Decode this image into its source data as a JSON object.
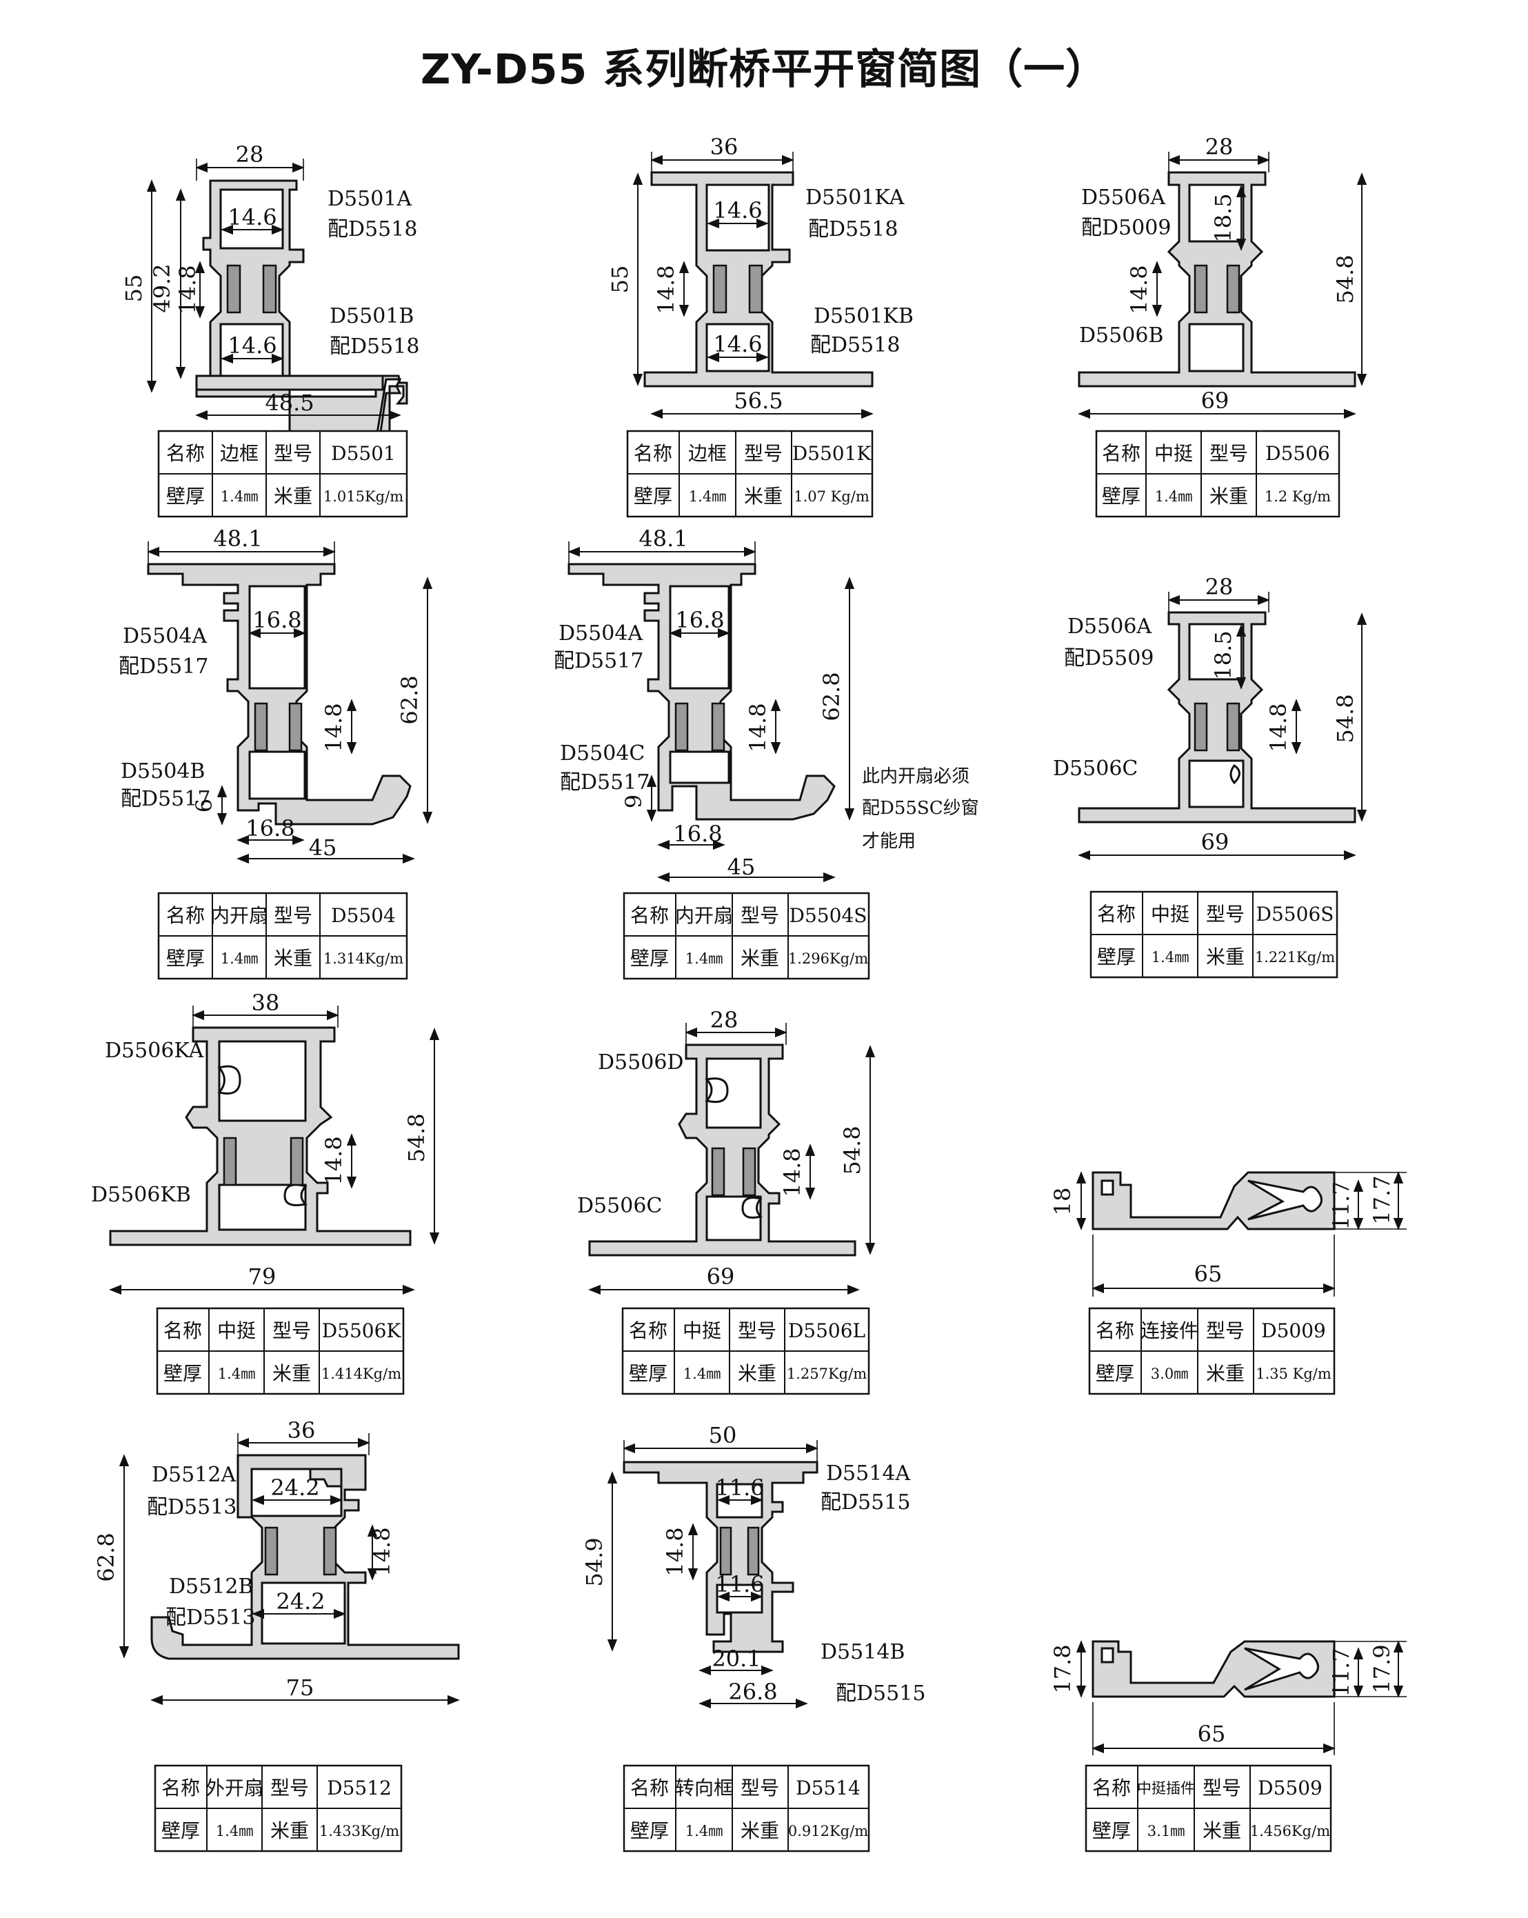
{
  "title": "ZY-D55 系列断桥平开窗简图（一）",
  "table_labels": {
    "name": "名称",
    "model": "型号",
    "wall": "壁厚",
    "weight": "米重"
  },
  "panels": [
    {
      "id": "p1",
      "parts": [
        "D5501A",
        "配D5518",
        "D5501B",
        "配D5518"
      ],
      "dims": [
        "28",
        "14.6",
        "55",
        "49.2",
        "14.8",
        "14.6",
        "48.5"
      ],
      "table": {
        "name": "边框",
        "model": "D5501",
        "wall": "1.4㎜",
        "weight": "1.015Kg/m"
      }
    },
    {
      "id": "p2",
      "parts": [
        "D5501KA",
        "配D5518",
        "D5501KB",
        "配D5518"
      ],
      "dims": [
        "36",
        "14.6",
        "55",
        "14.8",
        "14.6",
        "56.5"
      ],
      "table": {
        "name": "边框",
        "model": "D5501K",
        "wall": "1.4㎜",
        "weight": "1.07  Kg/m"
      }
    },
    {
      "id": "p3",
      "parts": [
        "D5506A",
        "配D5009",
        "D5506B"
      ],
      "dims": [
        "28",
        "18.5",
        "14.8",
        "54.8",
        "69"
      ],
      "table": {
        "name": "中挺",
        "model": "D5506",
        "wall": "1.4㎜",
        "weight": "1.2  Kg/m"
      }
    },
    {
      "id": "p4",
      "parts": [
        "D5504A",
        "配D5517",
        "D5504B",
        "配D5517"
      ],
      "dims": [
        "48.1",
        "16.8",
        "14.8",
        "62.8",
        "6",
        "16.8",
        "45"
      ],
      "table": {
        "name": "内开扇",
        "model": "D5504",
        "wall": "1.4㎜",
        "weight": "1.314Kg/m"
      }
    },
    {
      "id": "p5",
      "parts": [
        "D5504A",
        "配D5517",
        "D5504C",
        "配D5517"
      ],
      "dims": [
        "48.1",
        "16.8",
        "14.8",
        "62.8",
        "9",
        "16.8",
        "45"
      ],
      "note": [
        "此内开扇必须",
        "配D55SC纱窗",
        "才能用"
      ],
      "table": {
        "name": "内开扇",
        "model": "D5504S",
        "wall": "1.4㎜",
        "weight": "1.296Kg/m"
      }
    },
    {
      "id": "p6",
      "parts": [
        "D5506A",
        "配D5509",
        "D5506C"
      ],
      "dims": [
        "28",
        "18.5",
        "14.8",
        "54.8",
        "69"
      ],
      "table": {
        "name": "中挺",
        "model": "D5506S",
        "wall": "1.4㎜",
        "weight": "1.221Kg/m"
      }
    },
    {
      "id": "p7",
      "parts": [
        "D5506KA",
        "D5506KB"
      ],
      "dims": [
        "38",
        "14.8",
        "54.8",
        "79"
      ],
      "table": {
        "name": "中挺",
        "model": "D5506K",
        "wall": "1.4㎜",
        "weight": "1.414Kg/m"
      }
    },
    {
      "id": "p8",
      "parts": [
        "D5506D",
        "D5506C"
      ],
      "dims": [
        "28",
        "14.8",
        "54.8",
        "69"
      ],
      "table": {
        "name": "中挺",
        "model": "D5506L",
        "wall": "1.4㎜",
        "weight": "1.257Kg/m"
      }
    },
    {
      "id": "p9",
      "parts": [],
      "dims": [
        "18",
        "11.7",
        "17.7",
        "65"
      ],
      "table": {
        "name": "连接件",
        "model": "D5009",
        "wall": "3.0㎜",
        "weight": "1.35  Kg/m"
      }
    },
    {
      "id": "p10",
      "parts": [
        "D5512A",
        "配D5513",
        "D5512B",
        "配D5513"
      ],
      "dims": [
        "36",
        "24.2",
        "62.8",
        "14.8",
        "24.2",
        "75"
      ],
      "table": {
        "name": "外开扇",
        "model": "D5512",
        "wall": "1.4㎜",
        "weight": "1.433Kg/m"
      }
    },
    {
      "id": "p11",
      "parts": [
        "D5514A",
        "配D5515",
        "D5514B",
        "配D5515"
      ],
      "dims": [
        "50",
        "11.6",
        "54.9",
        "14.8",
        "11.6",
        "20.1",
        "26.8"
      ],
      "table": {
        "name": "转向框",
        "model": "D5514",
        "wall": "1.4㎜",
        "weight": "0.912Kg/m"
      }
    },
    {
      "id": "p12",
      "parts": [],
      "dims": [
        "17.8",
        "11.7",
        "17.9",
        "65"
      ],
      "table": {
        "name": "中挺插件",
        "model": "D5509",
        "wall": "3.1㎜",
        "weight": "1.456Kg/m"
      }
    }
  ]
}
